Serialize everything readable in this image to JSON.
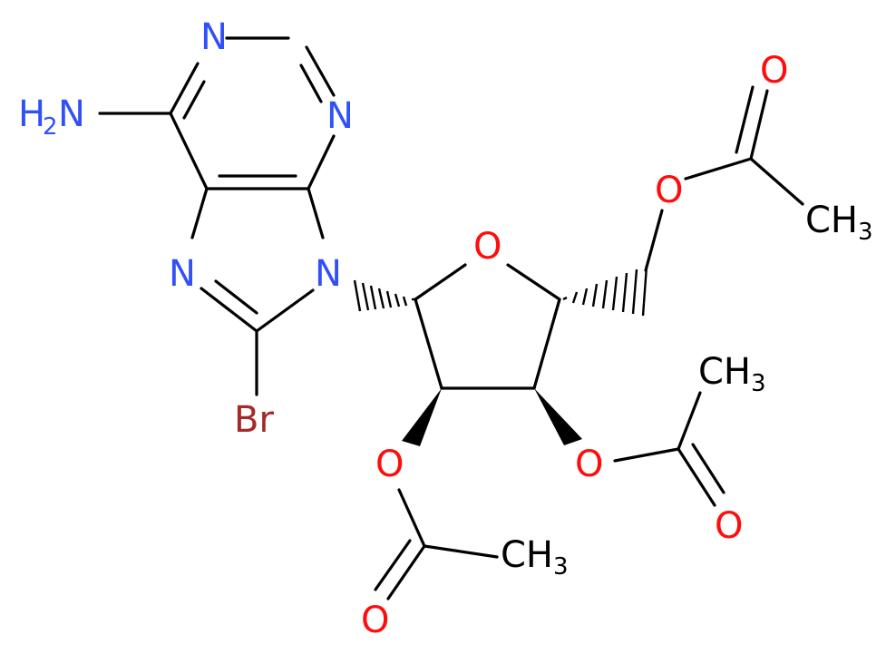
{
  "colors": {
    "nitrogen": "#3050F8",
    "oxygen": "#FF0D0D",
    "bromine": "#A62929",
    "bond": "#000000",
    "background": "#FFFFFF"
  },
  "atoms": {
    "n_top": "N",
    "n_right": "N",
    "n_9": "N",
    "n_7": "N",
    "amine_main": "H",
    "amine_sub": "2",
    "amine_n": "N",
    "bromine": "Br",
    "ring_oxygen": "O",
    "ester_o_5": "O",
    "carbonyl_o_5": "O",
    "methyl_5_main": "CH",
    "methyl_5_sub": "3",
    "ester_o_3": "O",
    "carbonyl_o_3": "O",
    "methyl_3_main": "CH",
    "methyl_3_sub": "3",
    "ester_o_2": "O",
    "carbonyl_o_2": "O",
    "methyl_2_main": "CH",
    "methyl_2_sub": "3"
  }
}
